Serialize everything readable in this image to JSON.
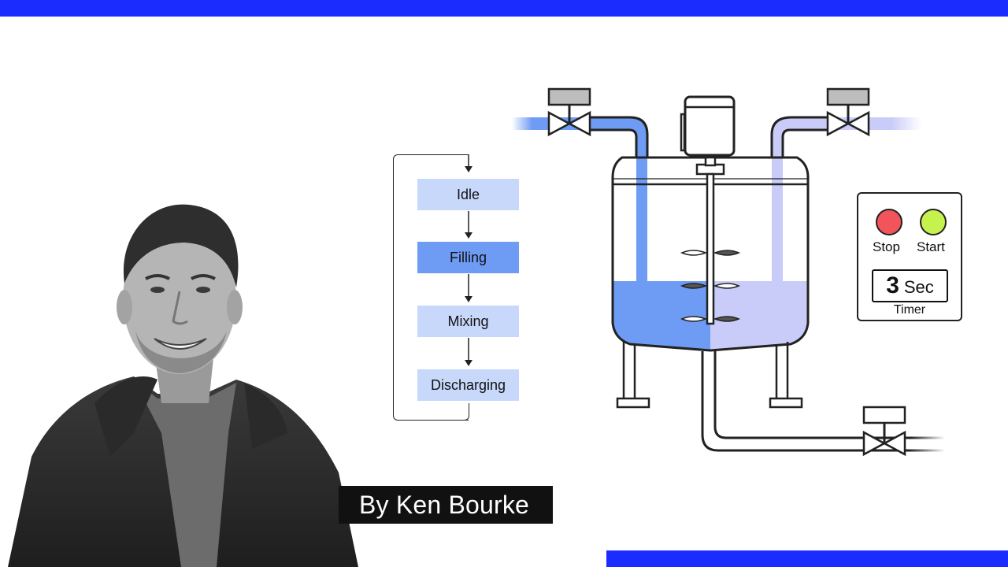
{
  "banner": {
    "top_bar_color": "#1b2cff",
    "bottom_bar_color": "#1b2cff"
  },
  "author": {
    "label": "By Ken Bourke"
  },
  "state_flow": {
    "states": [
      {
        "label": "Idle",
        "active": false
      },
      {
        "label": "Filling",
        "active": true
      },
      {
        "label": "Mixing",
        "active": false
      },
      {
        "label": "Discharging",
        "active": false
      }
    ],
    "inactive_color": "#c7d8fb",
    "active_color": "#6e9bf3"
  },
  "control_panel": {
    "stop_label": "Stop",
    "start_label": "Start",
    "stop_color": "#f2545b",
    "start_color": "#c6f24e",
    "timer_value": "3",
    "timer_unit": "Sec",
    "timer_label": "Timer"
  },
  "tank": {
    "liquid_a_color": "#6e9bf3",
    "liquid_b_color": "#c9ccf8"
  }
}
